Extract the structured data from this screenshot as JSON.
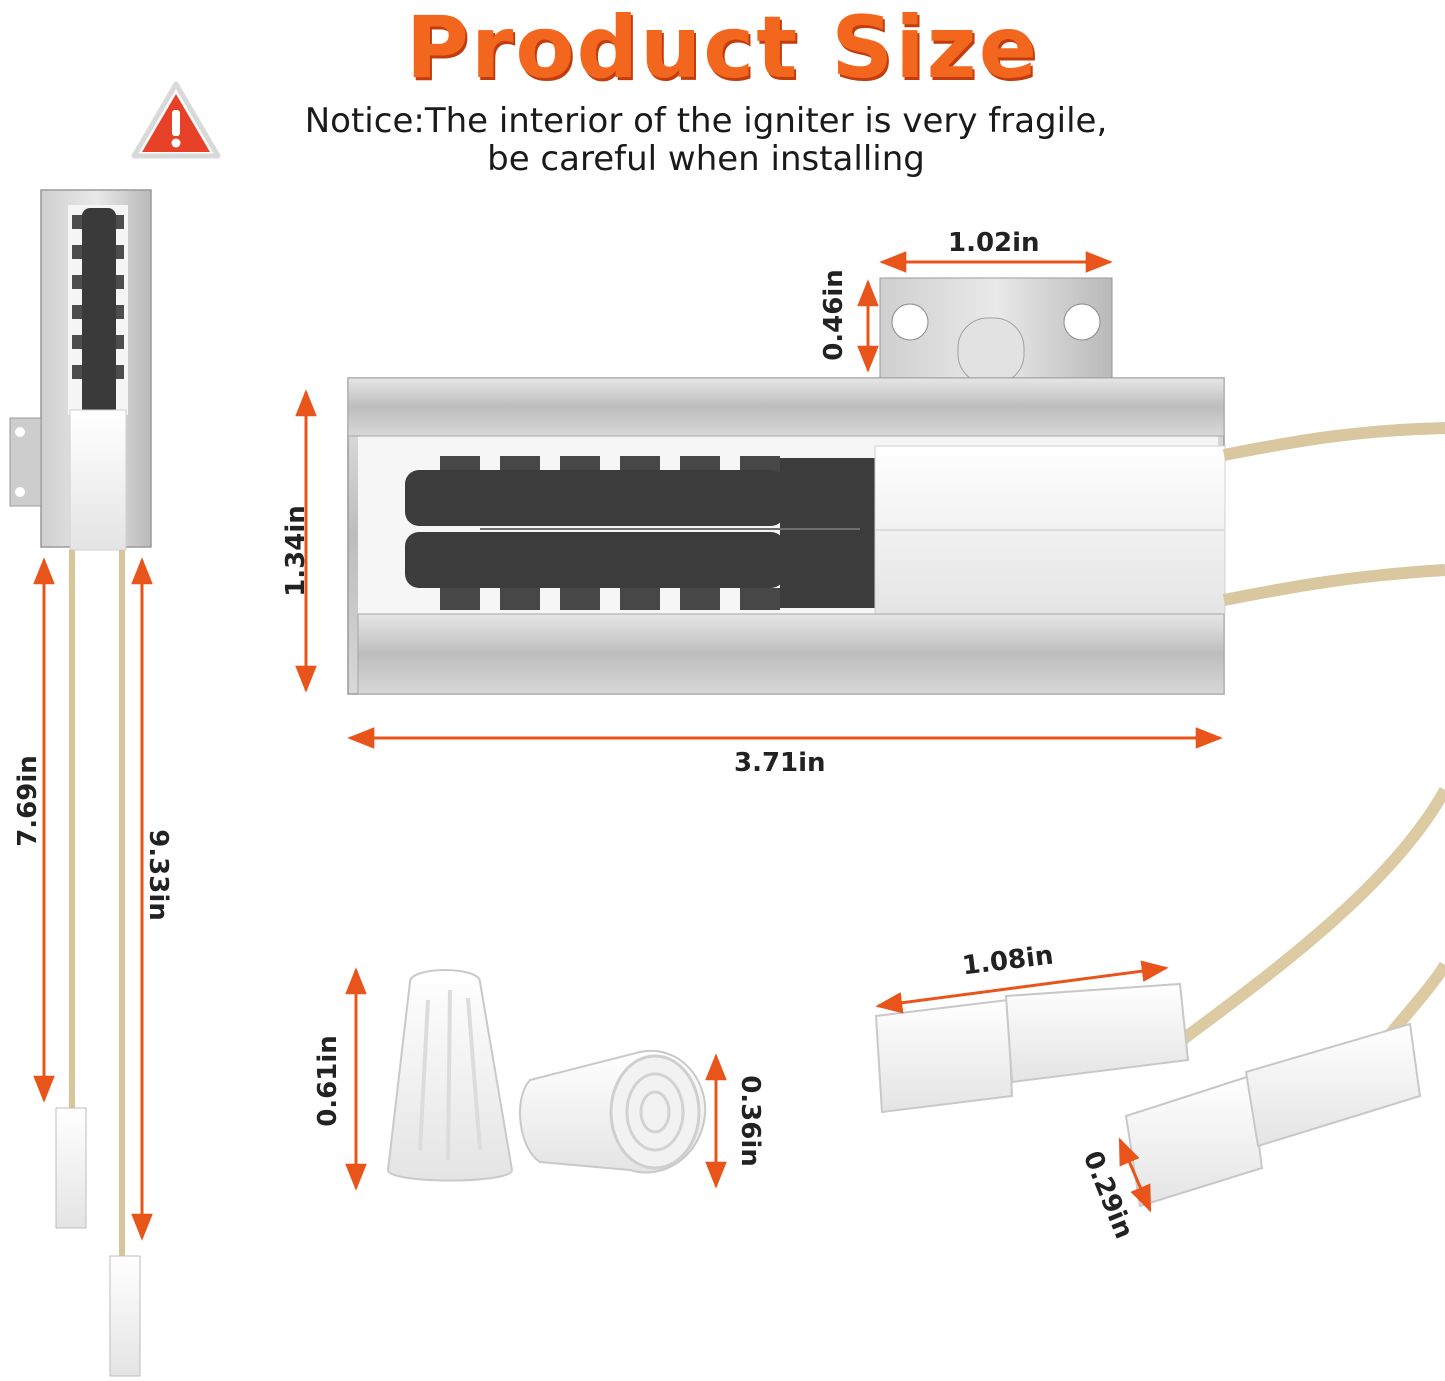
{
  "title": "Product Size",
  "notice": {
    "line1": "Notice:The interior of the igniter is very fragile,",
    "line2": "be careful when installing"
  },
  "dimensions": {
    "bracket_width": "1.02in",
    "bracket_height": "0.46in",
    "body_height": "1.34in",
    "body_length": "3.71in",
    "wire_short": "7.69in",
    "wire_long": "9.33in",
    "cap_tall": "0.61in",
    "cap_short": "0.36in",
    "connector_length": "1.08in",
    "connector_width": "0.29in"
  },
  "colors": {
    "accent": "#f2661d",
    "arrow": "#e8541a",
    "metal": "#c9c9c9",
    "ceramic": "#f4f4f4",
    "element": "#3a3a3a",
    "wire": "#e3d3b0"
  },
  "icons": {
    "warning": "warning-triangle-icon"
  }
}
